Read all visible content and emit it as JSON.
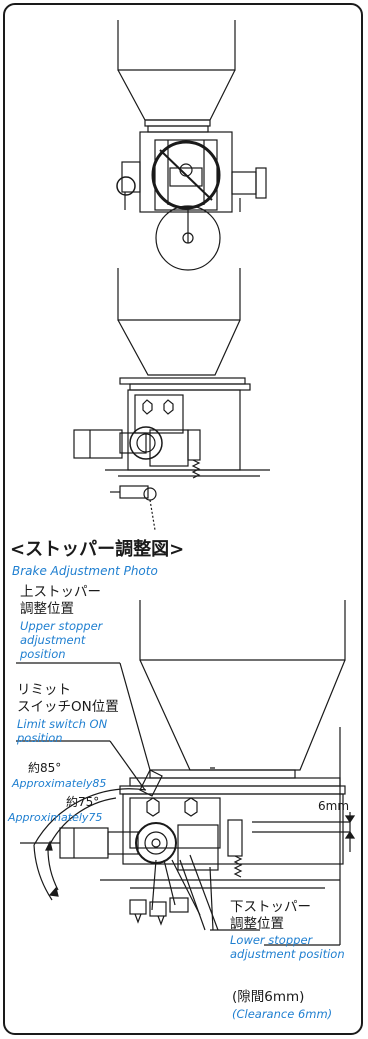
{
  "title_jp": "<ストッパー調整図>",
  "title_en": "Brake Adjustment Photo",
  "upper_stopper": {
    "jp_line1": "上ストッパー",
    "jp_line2": "調整位置",
    "en_line1": "Upper stopper",
    "en_line2": "adjustment",
    "en_line3": "position"
  },
  "limit_switch": {
    "jp_line1": "リミット",
    "jp_line2": "スイッチON位置",
    "en_line1": "Limit switch ON",
    "en_line2": "position"
  },
  "angle_85": {
    "jp": "約85°",
    "en": "Approximately85"
  },
  "angle_75": {
    "jp": "約75°",
    "en": "Approximately75"
  },
  "dimension": "6mm",
  "lower_stopper": {
    "jp_line1": "下ストッパー",
    "jp_line2": "調整位置",
    "en_line1": "Lower stopper",
    "en_line2": "adjustment position"
  },
  "clearance": {
    "jp": "(隙間6mm)",
    "en": "(Clearance 6mm)"
  },
  "colors": {
    "english_text": "#1f7fd0",
    "line": "#1a1a1a"
  }
}
